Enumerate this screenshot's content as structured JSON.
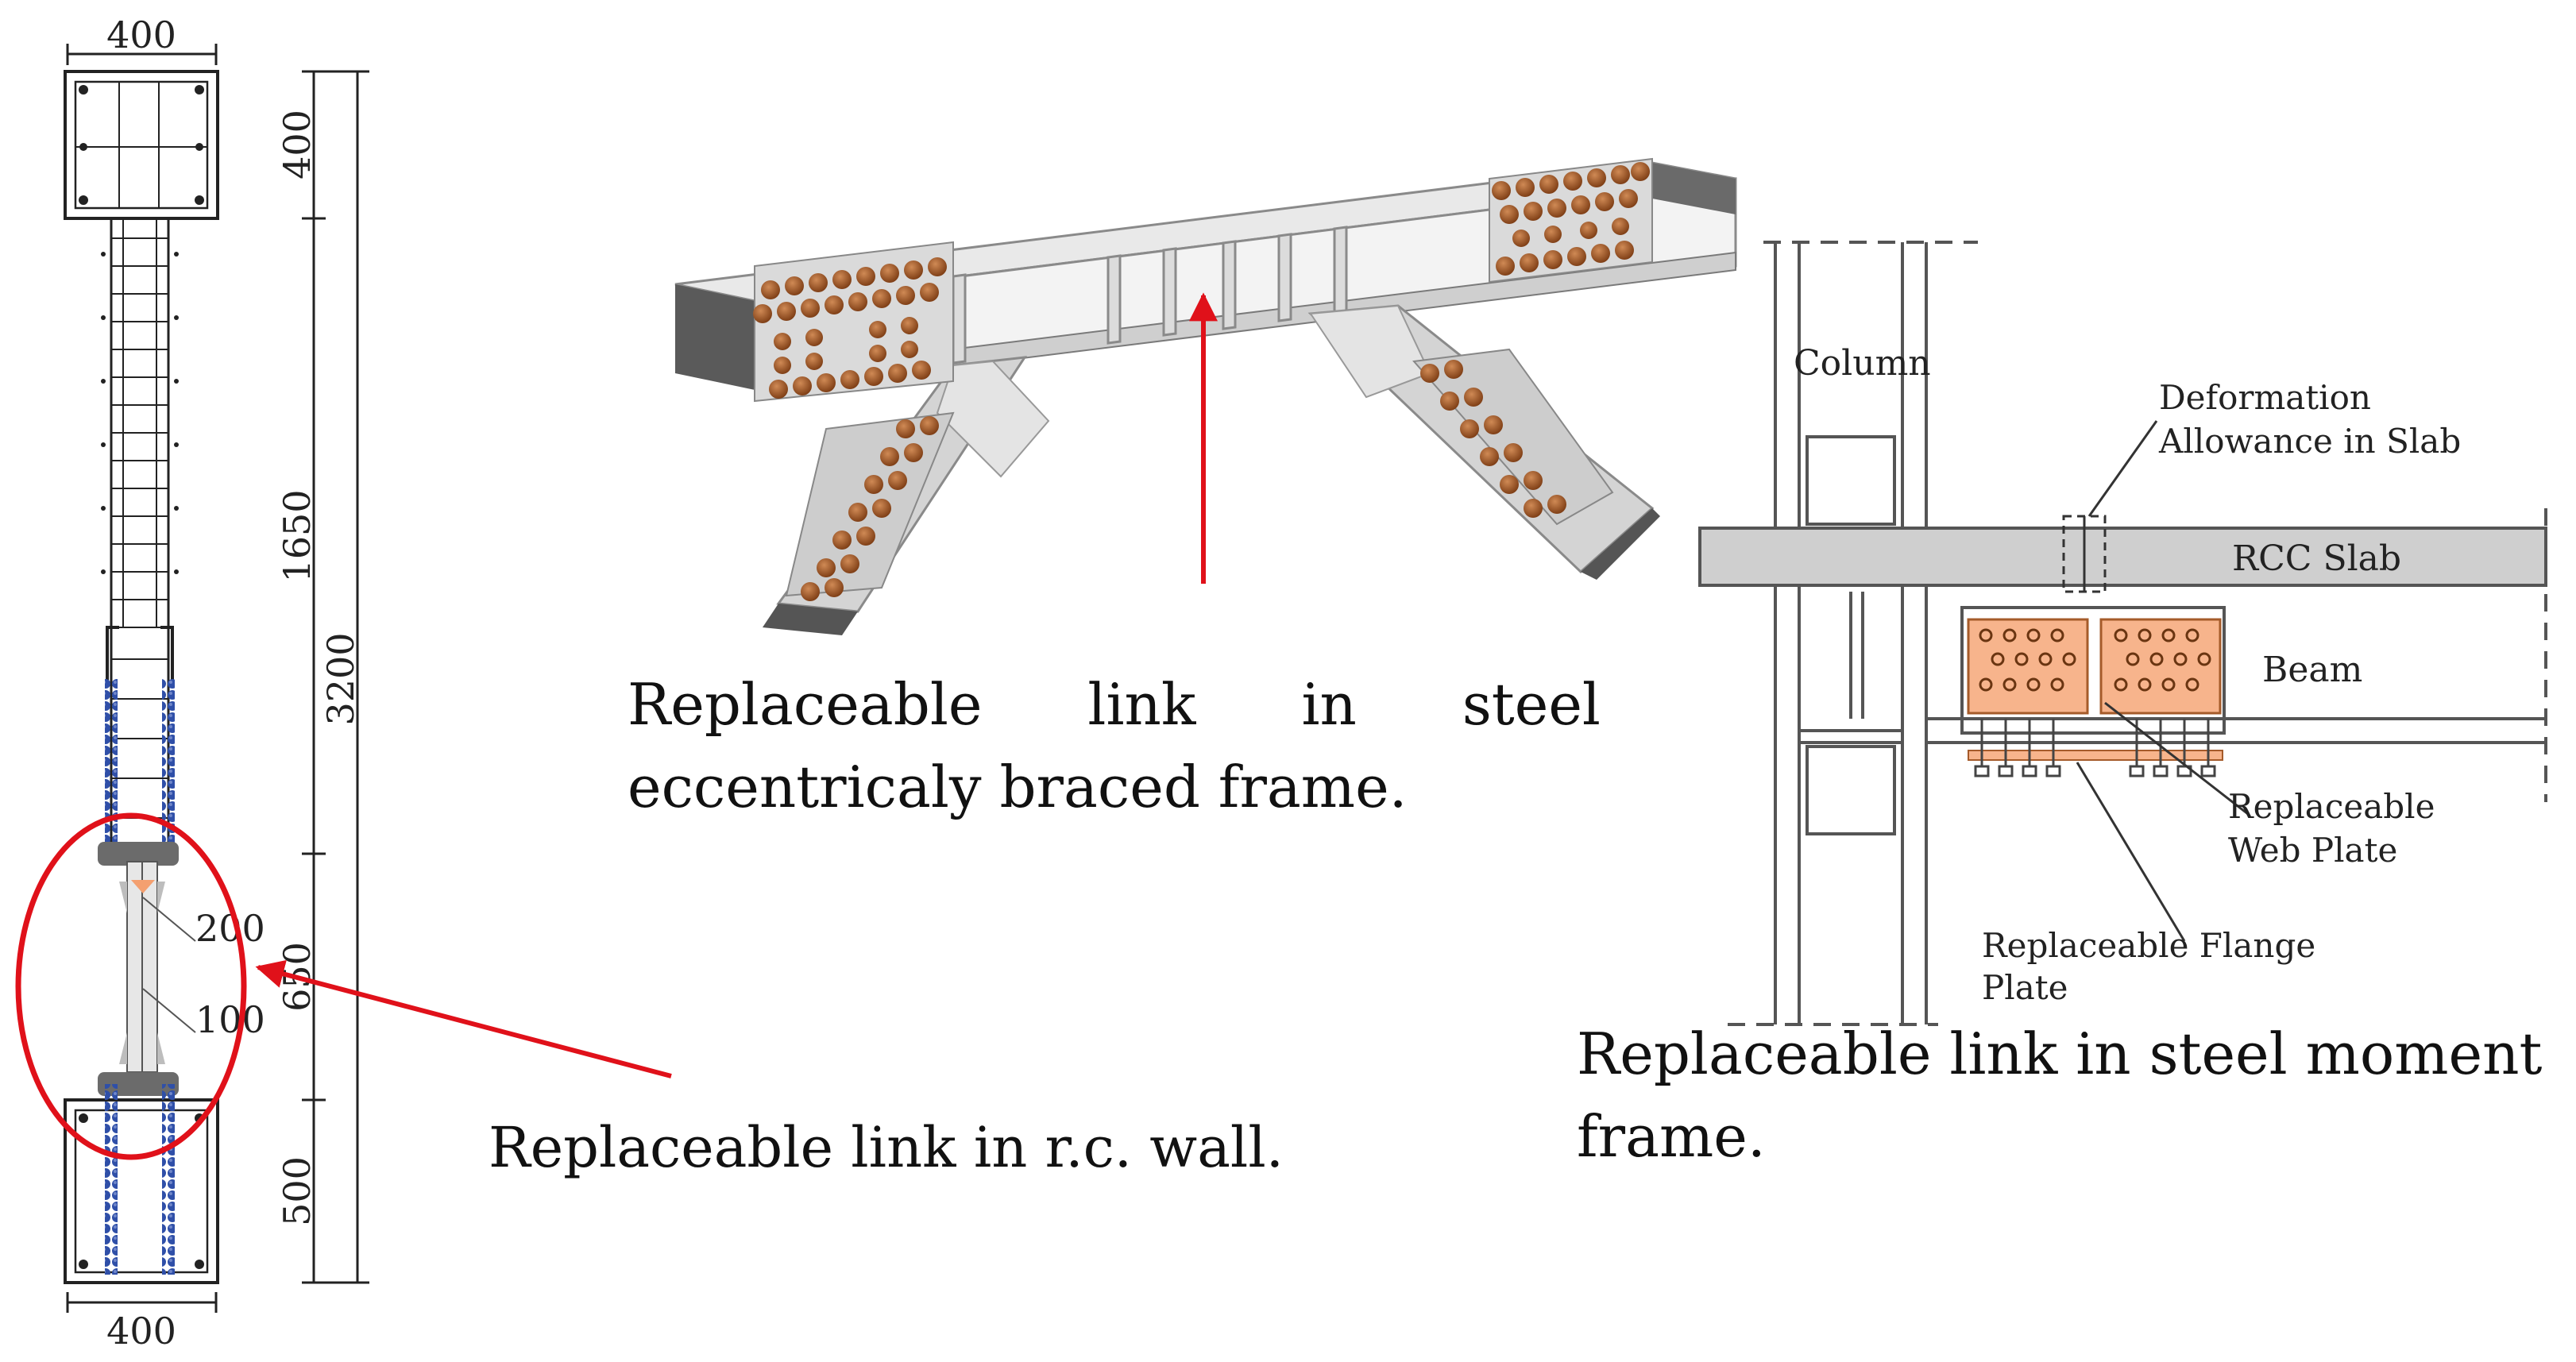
{
  "colors": {
    "highlight_red": "#e0111a",
    "steel_light": "#d6d6d6",
    "steel_dark": "#5a5a5a",
    "bolt": "#a0521e",
    "plate_orange": "#f7b48c",
    "slab_gray": "#cfcfcf",
    "rebar_blue": "#2f4fa8"
  },
  "wall_detail": {
    "top_width": "400",
    "bottom_width": "400",
    "dim_top": "400",
    "dim_mid": "1650",
    "dim_total": "3200",
    "dim_link": "650",
    "dim_bottom": "500",
    "link_label_1": "200",
    "link_label_2": "100",
    "caption": "Replaceable link in r.c. wall."
  },
  "ebf_detail": {
    "caption_line1": [
      "Replaceable",
      "link",
      "in",
      "steel"
    ],
    "caption_line2": "eccentricaly braced frame."
  },
  "moment_frame_detail": {
    "label_column": "Column",
    "label_deformation_1": "Deformation",
    "label_deformation_2": "Allowance in Slab",
    "label_slab": "RCC Slab",
    "label_beam": "Beam",
    "label_web_1": "Replaceable",
    "label_web_2": "Web Plate",
    "label_flange_1": "Replaceable Flange",
    "label_flange_2": "Plate",
    "caption_line1": "Replaceable link in steel moment",
    "caption_line2": "frame."
  }
}
